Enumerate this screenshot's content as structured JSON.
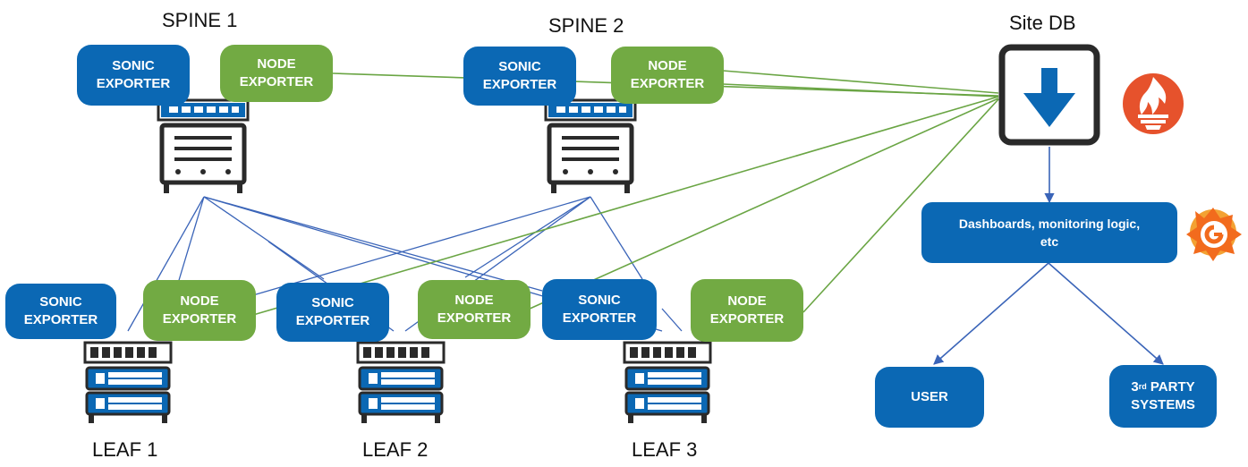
{
  "colors": {
    "blue": "#0b68b4",
    "green": "#72aa43",
    "blue_link": "#3a64b8",
    "green_link": "#6aa544",
    "prometheus": "#e6522c",
    "grafana": "#f26b1d"
  },
  "labels": {
    "spine1": "SPINE 1",
    "spine2": "SPINE 2",
    "leaf1": "LEAF 1",
    "leaf2": "LEAF 2",
    "leaf3": "LEAF 3",
    "site_db": "Site DB"
  },
  "exporters": {
    "sonic": "SONIC\nEXPORTER",
    "node": "NODE\nEXPORTER"
  },
  "dashboards": "Dashboards, monitoring logic,\netc",
  "user": "USER",
  "third_party": {
    "num": "3",
    "sup": "rd",
    "text": "PARTY",
    "line2": "SYSTEMS"
  },
  "icons": {
    "site_db": "download-arrow-icon",
    "prometheus": "prometheus-logo-icon",
    "grafana": "grafana-logo-icon",
    "spine_switch": "spine-switch-icon",
    "leaf_switch": "leaf-switch-icon"
  }
}
